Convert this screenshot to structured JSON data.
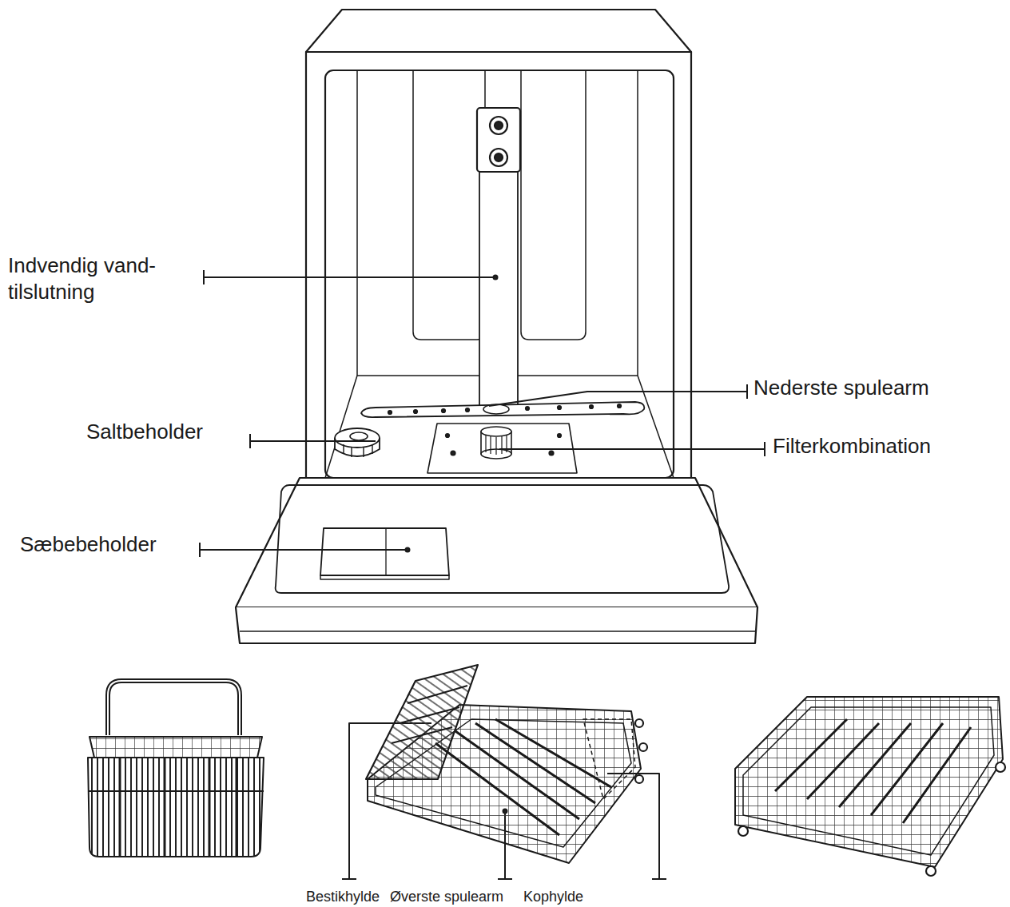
{
  "diagram": {
    "labels": [
      "Indvendig vand- tilslutning",
      "Nederste spulearm",
      "Saltbeholder",
      "Filterkombination",
      "Sæbebeholder",
      "Bestikhylde",
      "Øverste spulearm",
      "Kophylde"
    ]
  }
}
